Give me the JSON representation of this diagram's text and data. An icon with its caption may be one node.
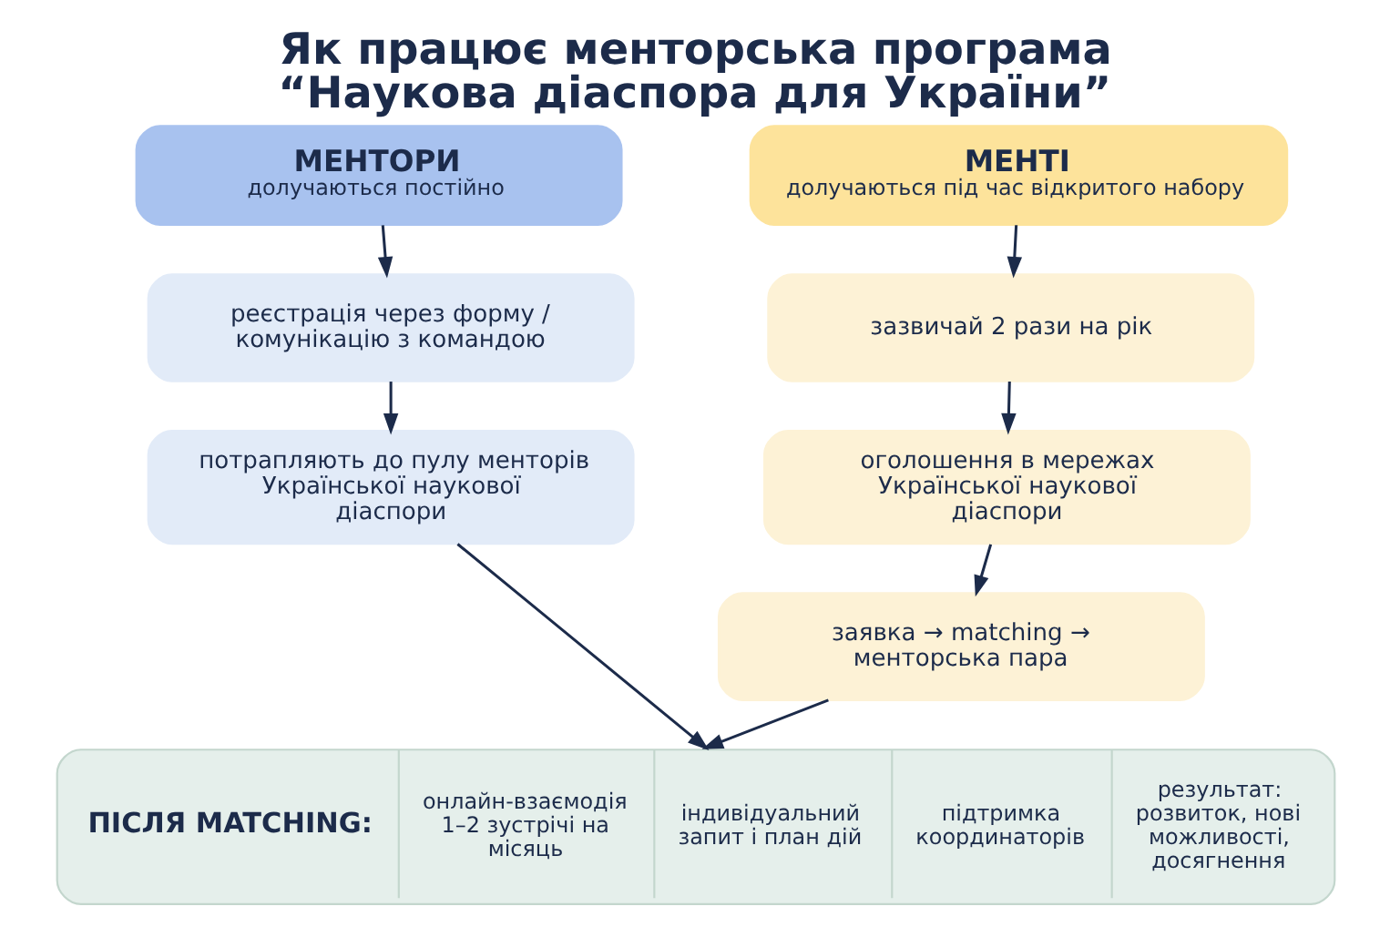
{
  "diagram": {
    "title": "Як працює менторська програма “Наукова діаспора для України”",
    "nodes": [
      {
        "text": [
          "МЕНТОРИ",
          "долучаються постійно"
        ]
      },
      {
        "text": [
          "реєстрація через форму / комунікацію з командою"
        ]
      },
      {
        "text": [
          "потрапляють до пулу менторів Української наукової діаспори"
        ]
      },
      {
        "text": [
          "МЕНТІ",
          "долучаються під час відкритого набору"
        ]
      },
      {
        "text": [
          "зазвичай 2 рази на рік"
        ]
      },
      {
        "text": [
          "оголошення в мережах Української наукової діаспори"
        ]
      },
      {
        "text": [
          "заявка → matching → менторська пара"
        ]
      },
      {
        "text": [
          "ПІСЛЯ MATCHING:",
          "онлайн-взаємодія 1–2 зустрічі на місяць",
          "індивідуальний запит і план дій",
          "підтримка координаторів",
          "результат: розвиток, нові можливості, досягнення"
        ]
      }
    ],
    "edges": [
      {
        "from": 0,
        "to": 1,
        "arrow": "to"
      },
      {
        "from": 1,
        "to": 2,
        "arrow": "to"
      },
      {
        "from": 3,
        "to": 4,
        "arrow": "to"
      },
      {
        "from": 4,
        "to": 5,
        "arrow": "to"
      },
      {
        "from": 5,
        "to": 6,
        "arrow": "to"
      },
      {
        "from": 2,
        "to": 7,
        "arrow": "to"
      },
      {
        "from": 6,
        "to": 7,
        "arrow": "to"
      }
    ]
  }
}
